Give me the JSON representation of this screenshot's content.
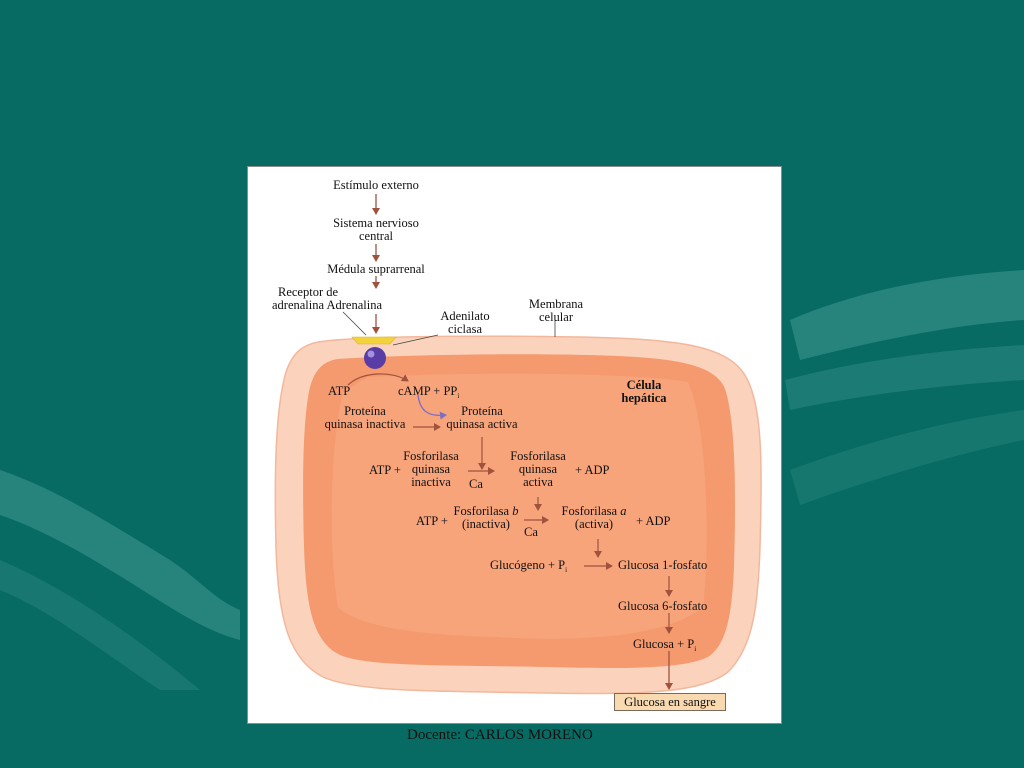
{
  "labels": {
    "external_stimulus": "Estímulo externo",
    "cns_line1": "Sistema nervioso",
    "cns_line2": "central",
    "adrenal_medulla": "Médula suprarrenal",
    "receptor_line1": "Receptor de",
    "receptor_line2": "adrenalina Adrenalina",
    "adenylate_line1": "Adenilato",
    "adenylate_line2": "ciclasa",
    "membrane_line1": "Membrana",
    "membrane_line2": "celular",
    "liver_cell_line1": "Célula",
    "liver_cell_line2": "hepática",
    "atp": "ATP",
    "camp": "cAMP + PP",
    "camp_sub": "i",
    "pk_inactive_line1": "Proteína",
    "pk_inactive_line2": "quinasa inactiva",
    "pk_active_line1": "Proteína",
    "pk_active_line2": "quinasa activa",
    "atp_plus": "ATP +",
    "pk_phos_inactive_line1": "Fosforilasa",
    "pk_phos_inactive_line2": "quinasa",
    "pk_phos_inactive_line3": "inactiva",
    "ca": "Ca",
    "pk_phos_active_line1": "Fosforilasa",
    "pk_phos_active_line2": "quinasa",
    "pk_phos_active_line3": "activa",
    "plus_adp": "+ ADP",
    "phos_b_line1": "Fosforilasa",
    "phos_b_letter": "b",
    "phos_b_line2": "(inactiva)",
    "phos_a_line1": "Fosforilasa",
    "phos_a_letter": "a",
    "phos_a_line2": "(activa)",
    "glycogen": "Glucógeno + P",
    "glycogen_sub": "i",
    "glucose_1p": "Glucosa 1-fosfato",
    "glucose_6p": "Glucosa 6-fosfato",
    "glucose_pi": "Glucosa + P",
    "glucose_pi_sub": "i",
    "glucose_blood": "Glucosa en sangre"
  },
  "footer": {
    "credit": "Docente: CARLOS MORENO"
  },
  "colors": {
    "slide_background": "#076b63",
    "cell_outer": "#fbd3bd",
    "cell_inner": "#f59a6e",
    "arrow": "#a0523d",
    "adrenaline_sphere": "#5a3ca6",
    "receptor": "#f2d33b",
    "curved_arrow_blue": "#7a6fc2"
  }
}
